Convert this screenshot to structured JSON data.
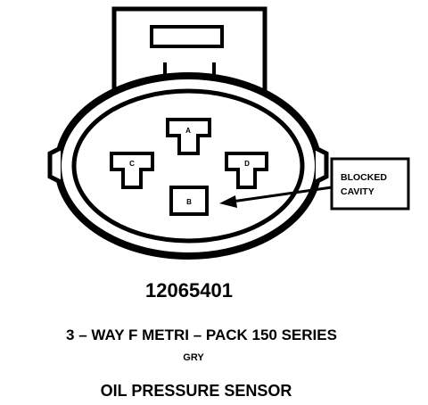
{
  "connector": {
    "part_number": "12065401",
    "description": "3 – WAY F METRI – PACK 150 SERIES",
    "color": "GRY",
    "component": "OIL PRESSURE SENSOR"
  },
  "pins": {
    "a": "A",
    "b": "B",
    "c": "C",
    "d": "D"
  },
  "callout": {
    "line1": "BLOCKED",
    "line2": "CAVITY"
  }
}
